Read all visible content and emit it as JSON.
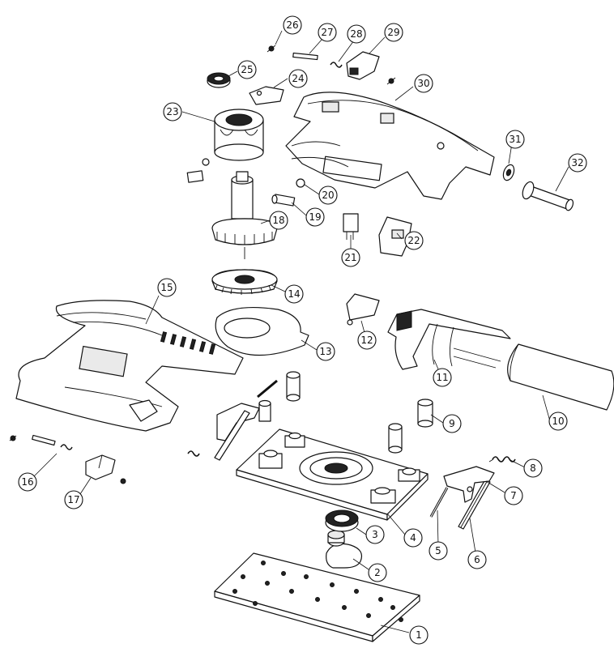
{
  "callouts": [
    {
      "id": "c1",
      "label": "1"
    },
    {
      "id": "c2",
      "label": "2"
    },
    {
      "id": "c3",
      "label": "3"
    },
    {
      "id": "c4",
      "label": "4"
    },
    {
      "id": "c5",
      "label": "5"
    },
    {
      "id": "c6",
      "label": "6"
    },
    {
      "id": "c7",
      "label": "7"
    },
    {
      "id": "c8",
      "label": "8"
    },
    {
      "id": "c9",
      "label": "9"
    },
    {
      "id": "c10",
      "label": "10"
    },
    {
      "id": "c11",
      "label": "11"
    },
    {
      "id": "c12",
      "label": "12"
    },
    {
      "id": "c13",
      "label": "13"
    },
    {
      "id": "c14",
      "label": "14"
    },
    {
      "id": "c15",
      "label": "15"
    },
    {
      "id": "c16",
      "label": "16"
    },
    {
      "id": "c17",
      "label": "17"
    },
    {
      "id": "c18",
      "label": "18"
    },
    {
      "id": "c19",
      "label": "19"
    },
    {
      "id": "c20",
      "label": "20"
    },
    {
      "id": "c21",
      "label": "21"
    },
    {
      "id": "c22",
      "label": "22"
    },
    {
      "id": "c23",
      "label": "23"
    },
    {
      "id": "c24",
      "label": "24"
    },
    {
      "id": "c25",
      "label": "25"
    },
    {
      "id": "c26",
      "label": "26"
    },
    {
      "id": "c27",
      "label": "27"
    },
    {
      "id": "c28",
      "label": "28"
    },
    {
      "id": "c29",
      "label": "29"
    },
    {
      "id": "c30",
      "label": "30"
    },
    {
      "id": "c31",
      "label": "31"
    },
    {
      "id": "c32",
      "label": "32"
    }
  ],
  "colors": {
    "ink": "#111111",
    "paper": "#ffffff"
  }
}
